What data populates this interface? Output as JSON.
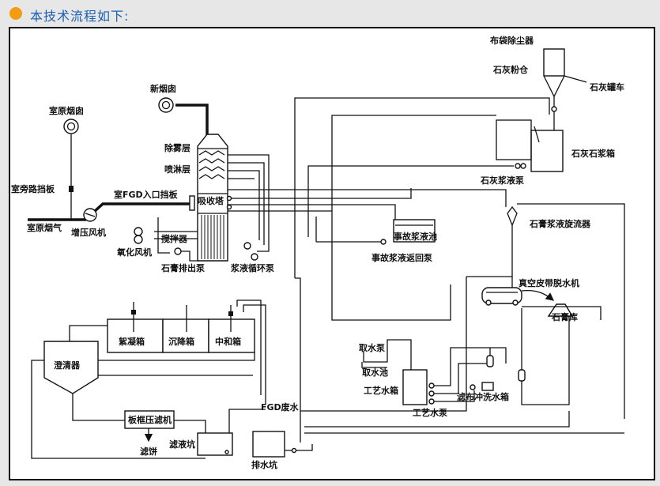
{
  "header": {
    "title": "本技术流程如下:",
    "title_color": "#1a5fb4",
    "bullet_color": "#f39c12"
  },
  "diagram": {
    "labels": {
      "bag_filter": "布袋除尘器",
      "lime_silo": "石灰粉仓",
      "lime_tanker": "石灰罐车",
      "lime_slurry_tank": "石灰石浆箱",
      "lime_slurry_pump": "石灰浆液泵",
      "new_chimney": "新烟囱",
      "orig_chimney": "室原烟囱",
      "demister": "除雾层",
      "spray": "喷淋层",
      "absorber": "吸收塔",
      "bypass_damper": "室旁路挡板",
      "fgd_inlet_damper": "室FGD入口挡板",
      "orig_flue_gas": "室原烟气",
      "booster_fan": "增压风机",
      "agitator": "搅拌器",
      "oxidation_fan": "氧化风机",
      "gypsum_pump": "石膏排出泵",
      "circulation_pump": "浆液循环泵",
      "emergency_tank": "事故浆液池",
      "emergency_return_pump": "事故浆液返回泵",
      "hydrocyclone": "石膏浆液旋流器",
      "vacuum_belt": "真空皮带脱水机",
      "gypsum_store": "石膏库",
      "flocculation": "絮凝箱",
      "settling": "沉降箱",
      "neutralization": "中和箱",
      "clarifier": "澄清器",
      "water_pump": "取水泵",
      "water_pool": "取水池",
      "process_tank": "工艺水箱",
      "process_pump": "工艺水泵",
      "filter_wash": "滤布冲洗水箱",
      "fgd_wastewater": "FGD废水",
      "filter_press": "板框压滤机",
      "filtrate_pit": "滤液坑",
      "filter_cake": "滤饼",
      "drain_pit": "排水坑"
    }
  }
}
